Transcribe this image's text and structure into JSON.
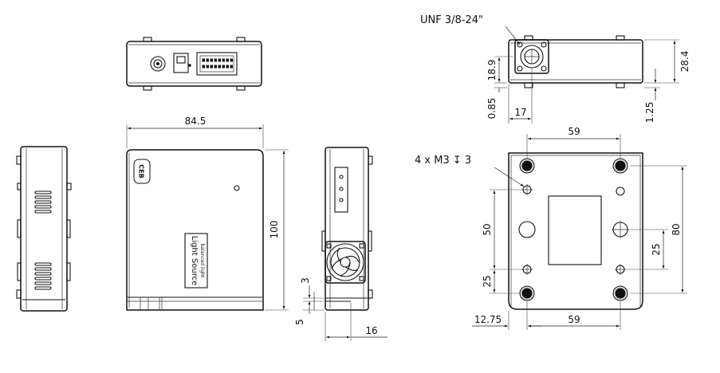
{
  "labels": {
    "thread": "UNF 3/8-24\"",
    "holes": "4 x M3 ↧ 3",
    "product_line1": "Light Source",
    "product_line2": "balanced light",
    "logo": "CEB"
  },
  "dimensions": {
    "front_width": "84.5",
    "front_height": "100",
    "side_depth": "16",
    "side_step_3": "3",
    "side_step_5": "5",
    "top_height": "28.4",
    "top_mount_height": "18.9",
    "top_offset_017": "17",
    "top_085": "0.85",
    "top_125": "1.25",
    "rear_59_top": "59",
    "rear_59_bottom": "59",
    "rear_1275": "12.75",
    "rear_80": "80",
    "rear_50": "50",
    "rear_25_left": "25",
    "rear_25_right": "25"
  }
}
